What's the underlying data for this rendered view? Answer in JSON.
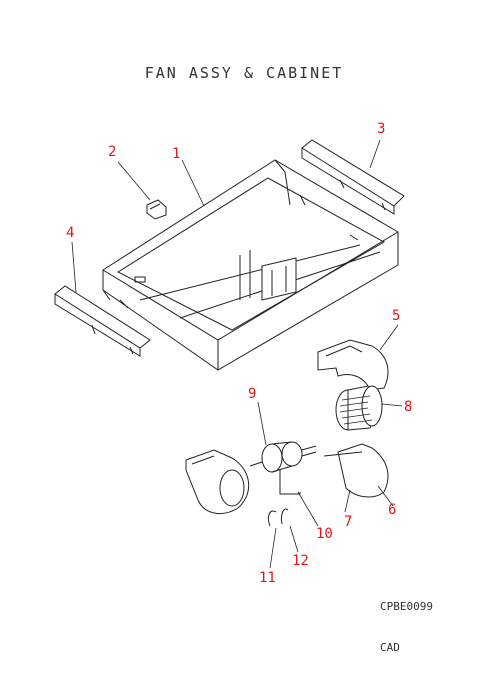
{
  "title": "FAN ASSY & CABINET",
  "callouts": {
    "c1": "1",
    "c2": "2",
    "c3": "3",
    "c4": "4",
    "c5": "5",
    "c6": "6",
    "c7": "7",
    "c8": "8",
    "c9": "9",
    "c10": "10",
    "c11": "11",
    "c12": "12"
  },
  "drawing_code": "CPBE0099",
  "footer": "CAD",
  "colors": {
    "callout": "#e0161b",
    "line": "#222222"
  }
}
